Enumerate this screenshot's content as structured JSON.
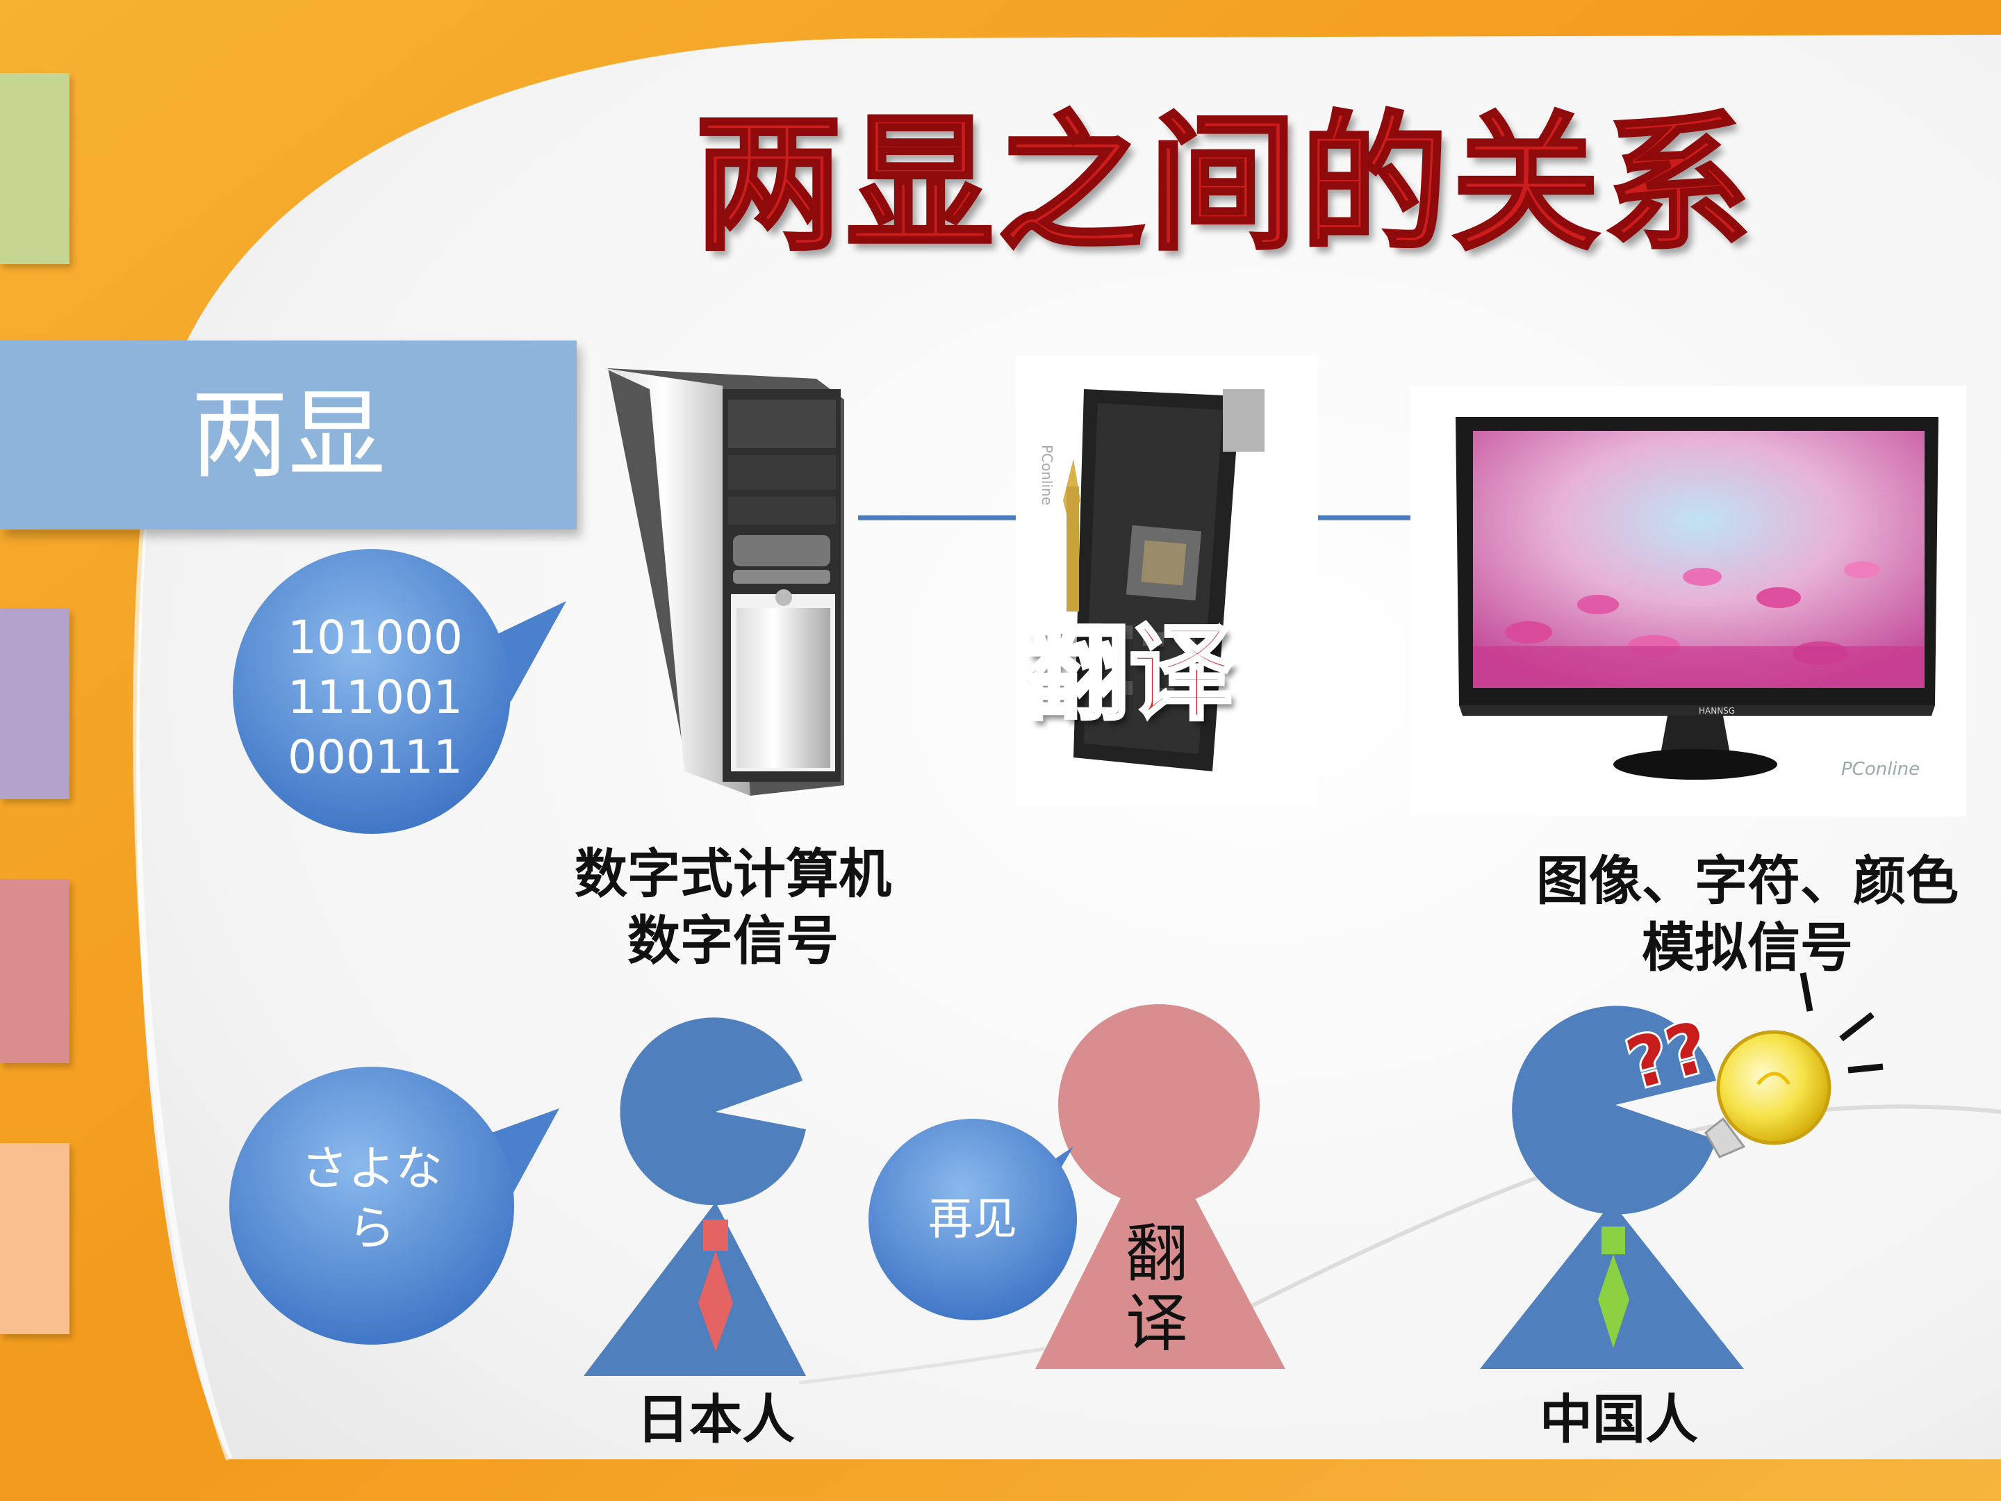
{
  "slide": {
    "title": "两显之间的关系",
    "section_label": "两显",
    "binary_bubble": [
      "101000",
      "111001",
      "000111"
    ],
    "overlay_label": "翻译",
    "computer_caption": [
      "数字式计算机",
      "数字信号"
    ],
    "monitor_caption": [
      "图像、字符、颜色",
      "模拟信号"
    ],
    "monitor_brand": "HANNSG",
    "watermark": "PConline",
    "japanese_bubble": [
      "さよな",
      "ら"
    ],
    "chinese_bubble": "再见",
    "translator_label": [
      "翻",
      "译"
    ],
    "japanese_person": "日本人",
    "chinese_person": "中国人",
    "question_marks": "??"
  },
  "colors": {
    "orange": "#f5a623",
    "blue_figure": "#4f7fbd",
    "pink_figure": "#d88e8e",
    "tab_blue": "#8fb4dc",
    "title_red": "#cc1c1c",
    "side_blocks": [
      "#c4d692",
      "#b3a2c9",
      "#d88e8e",
      "#f9c08f"
    ]
  }
}
